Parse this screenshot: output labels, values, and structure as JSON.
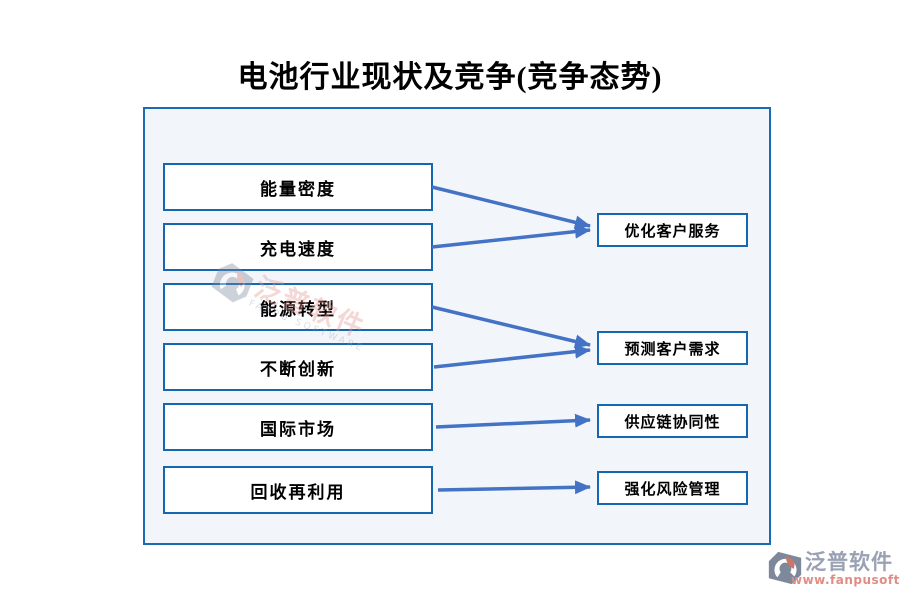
{
  "title": "电池行业现状及竞争(竞争态势)",
  "diagram": {
    "left_items": [
      {
        "label": "能量密度"
      },
      {
        "label": "充电速度"
      },
      {
        "label": "能源转型"
      },
      {
        "label": "不断创新"
      },
      {
        "label": "国际市场"
      },
      {
        "label": "回收再利用"
      }
    ],
    "right_items": [
      {
        "label": "优化客户服务"
      },
      {
        "label": "预测客户需求"
      },
      {
        "label": "供应链协同性"
      },
      {
        "label": "强化风险管理"
      }
    ],
    "connections": [
      {
        "from": "能量密度",
        "to": "优化客户服务"
      },
      {
        "from": "充电速度",
        "to": "优化客户服务"
      },
      {
        "from": "能源转型",
        "to": "预测客户需求"
      },
      {
        "from": "不断创新",
        "to": "预测客户需求"
      },
      {
        "from": "国际市场",
        "to": "供应链协同性"
      },
      {
        "from": "回收再利用",
        "to": "强化风险管理"
      }
    ]
  },
  "watermark": {
    "text": "泛普软件",
    "subtext": "FANPU SOFTWARE"
  },
  "footer_logo": {
    "name": "泛普软件",
    "url": "www.fanpusoft.com"
  },
  "colors": {
    "panel_bg": "#f2f6fb",
    "panel_border": "#1b6ab3",
    "node_border": "#1568b0",
    "arrow": "#4472c4",
    "logo_name": "#99a1b3",
    "logo_url": "#e08d85"
  }
}
